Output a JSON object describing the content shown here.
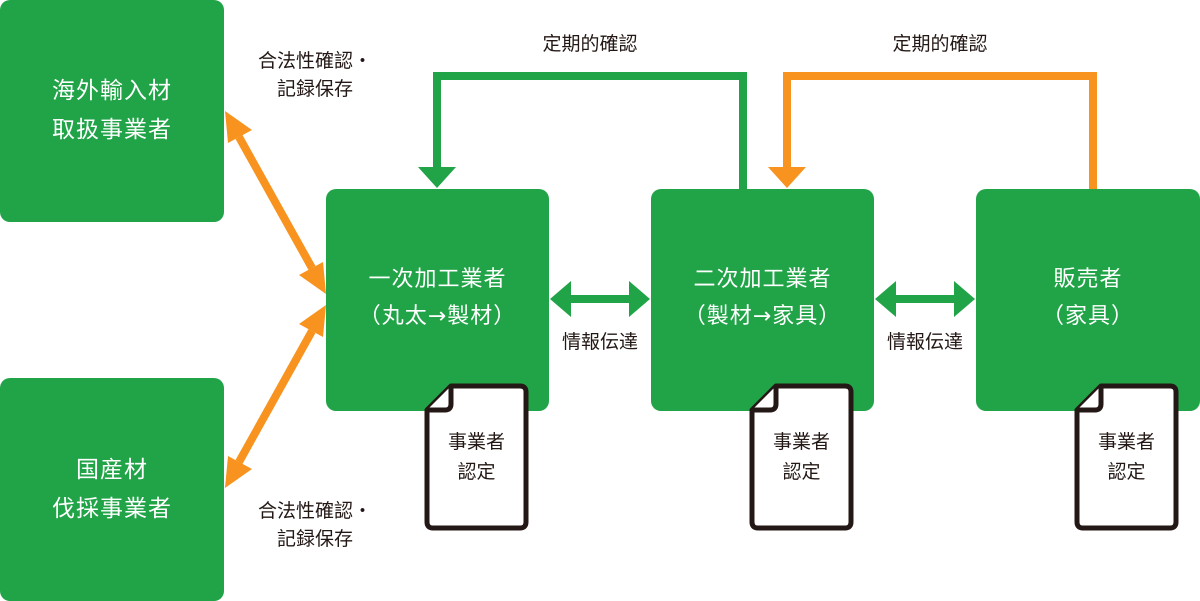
{
  "colors": {
    "box_green": "#21a448",
    "arrow_green": "#21a448",
    "arrow_orange": "#f7931e",
    "text_dark": "#231815",
    "doc_outline": "#231815"
  },
  "sources": [
    {
      "id": "import",
      "lines": [
        "海外輸入材",
        "取扱事業者"
      ]
    },
    {
      "id": "domestic",
      "lines": [
        "国産材",
        "伐採事業者"
      ]
    }
  ],
  "stages": [
    {
      "id": "primary",
      "lines": [
        "一次加工業者",
        "（丸太→製材）"
      ],
      "document": [
        "事業者",
        "認定"
      ]
    },
    {
      "id": "secondary",
      "lines": [
        "二次加工業者",
        "（製材→家具）"
      ],
      "document": [
        "事業者",
        "認定"
      ]
    },
    {
      "id": "retailer",
      "lines": [
        "販売者",
        "（家具）"
      ],
      "document": [
        "事業者",
        "認定"
      ]
    }
  ],
  "labels": {
    "legality_top": [
      "合法性確認・",
      "記録保存"
    ],
    "legality_bottom": [
      "合法性確認・",
      "記録保存"
    ],
    "info_transfer_1": "情報伝達",
    "info_transfer_2": "情報伝達",
    "periodic_check_green": "定期的確認",
    "periodic_check_orange": "定期的確認"
  },
  "connections": [
    {
      "from": "import",
      "to": "primary",
      "type": "bidirectional",
      "color": "orange",
      "label": "合法性確認・記録保存"
    },
    {
      "from": "domestic",
      "to": "primary",
      "type": "bidirectional",
      "color": "orange",
      "label": "合法性確認・記録保存"
    },
    {
      "from": "primary",
      "to": "secondary",
      "type": "bidirectional",
      "color": "green",
      "label": "情報伝達"
    },
    {
      "from": "secondary",
      "to": "retailer",
      "type": "bidirectional",
      "color": "green",
      "label": "情報伝達"
    },
    {
      "from": "secondary",
      "to": "primary",
      "type": "loop",
      "color": "green",
      "label": "定期的確認"
    },
    {
      "from": "retailer",
      "to": "secondary",
      "type": "loop",
      "color": "orange",
      "label": "定期的確認"
    }
  ]
}
